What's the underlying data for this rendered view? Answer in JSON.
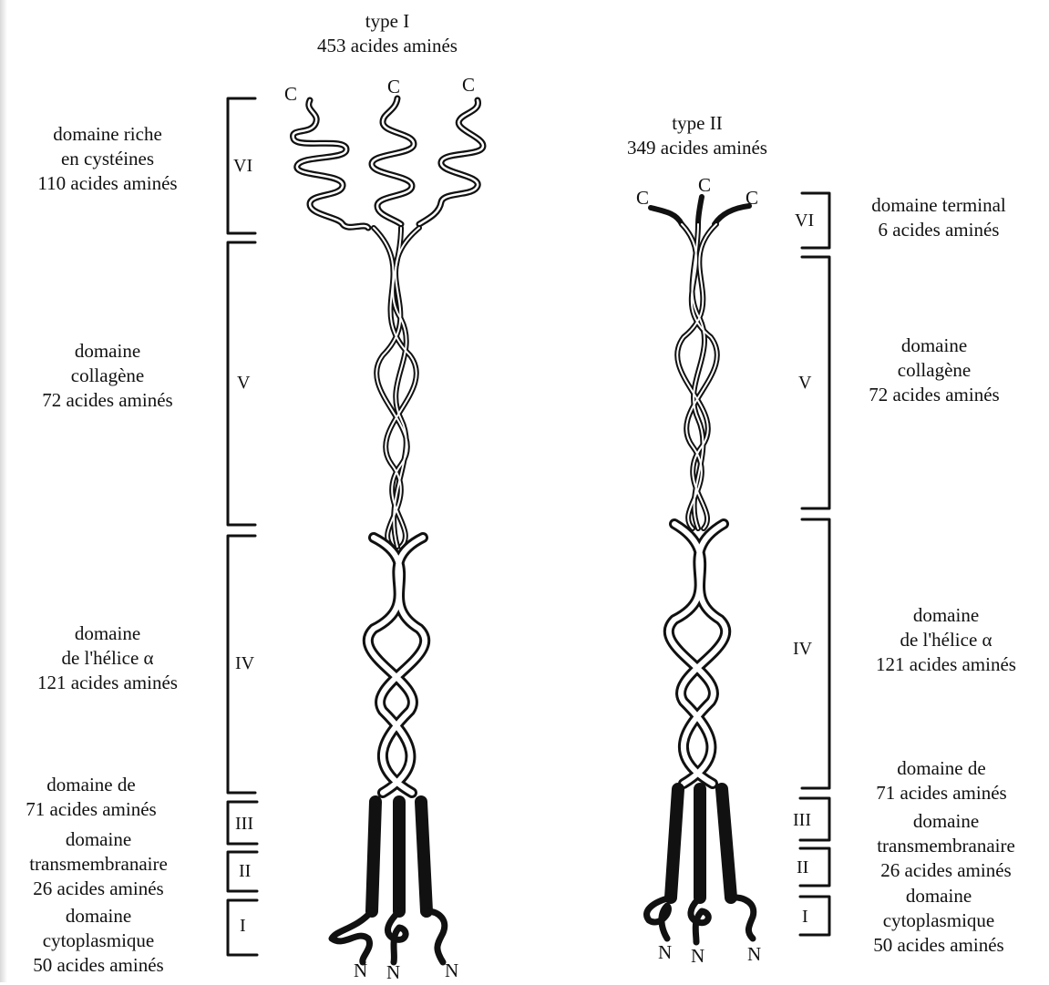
{
  "type1": {
    "title": "type I",
    "count": "453 acides aminés",
    "c_terminal": "C",
    "n_terminal": "N",
    "domains": [
      {
        "roman": "VI",
        "lines": [
          "domaine riche",
          "en cystéines",
          "110 acides aminés"
        ]
      },
      {
        "roman": "V",
        "lines": [
          "domaine",
          "collagène",
          "72 acides aminés"
        ]
      },
      {
        "roman": "IV",
        "lines": [
          "domaine",
          "de l'hélice α",
          "121 acides aminés"
        ]
      },
      {
        "roman": "III",
        "lines": [
          "domaine de",
          "71 acides aminés"
        ]
      },
      {
        "roman": "II",
        "lines": [
          "domaine",
          "transmembranaire",
          "26 acides aminés"
        ]
      },
      {
        "roman": "I",
        "lines": [
          "domaine",
          "cytoplasmique",
          "50 acides aminés"
        ]
      }
    ]
  },
  "type2": {
    "title": "type II",
    "count": "349 acides aminés",
    "c_terminal": "C",
    "n_terminal": "N",
    "domains": [
      {
        "roman": "VI",
        "lines": [
          "domaine terminal",
          "6 acides aminés"
        ]
      },
      {
        "roman": "V",
        "lines": [
          "domaine",
          "collagène",
          "72 acides aminés"
        ]
      },
      {
        "roman": "IV",
        "lines": [
          "domaine",
          "de l'hélice α",
          "121 acides aminés"
        ]
      },
      {
        "roman": "III",
        "lines": [
          "domaine de",
          "71 acides aminés"
        ]
      },
      {
        "roman": "II",
        "lines": [
          "domaine",
          "transmembranaire",
          "26 acides aminés"
        ]
      },
      {
        "roman": "I",
        "lines": [
          "domaine",
          "cytoplasmique",
          "50 acides aminés"
        ]
      }
    ]
  }
}
